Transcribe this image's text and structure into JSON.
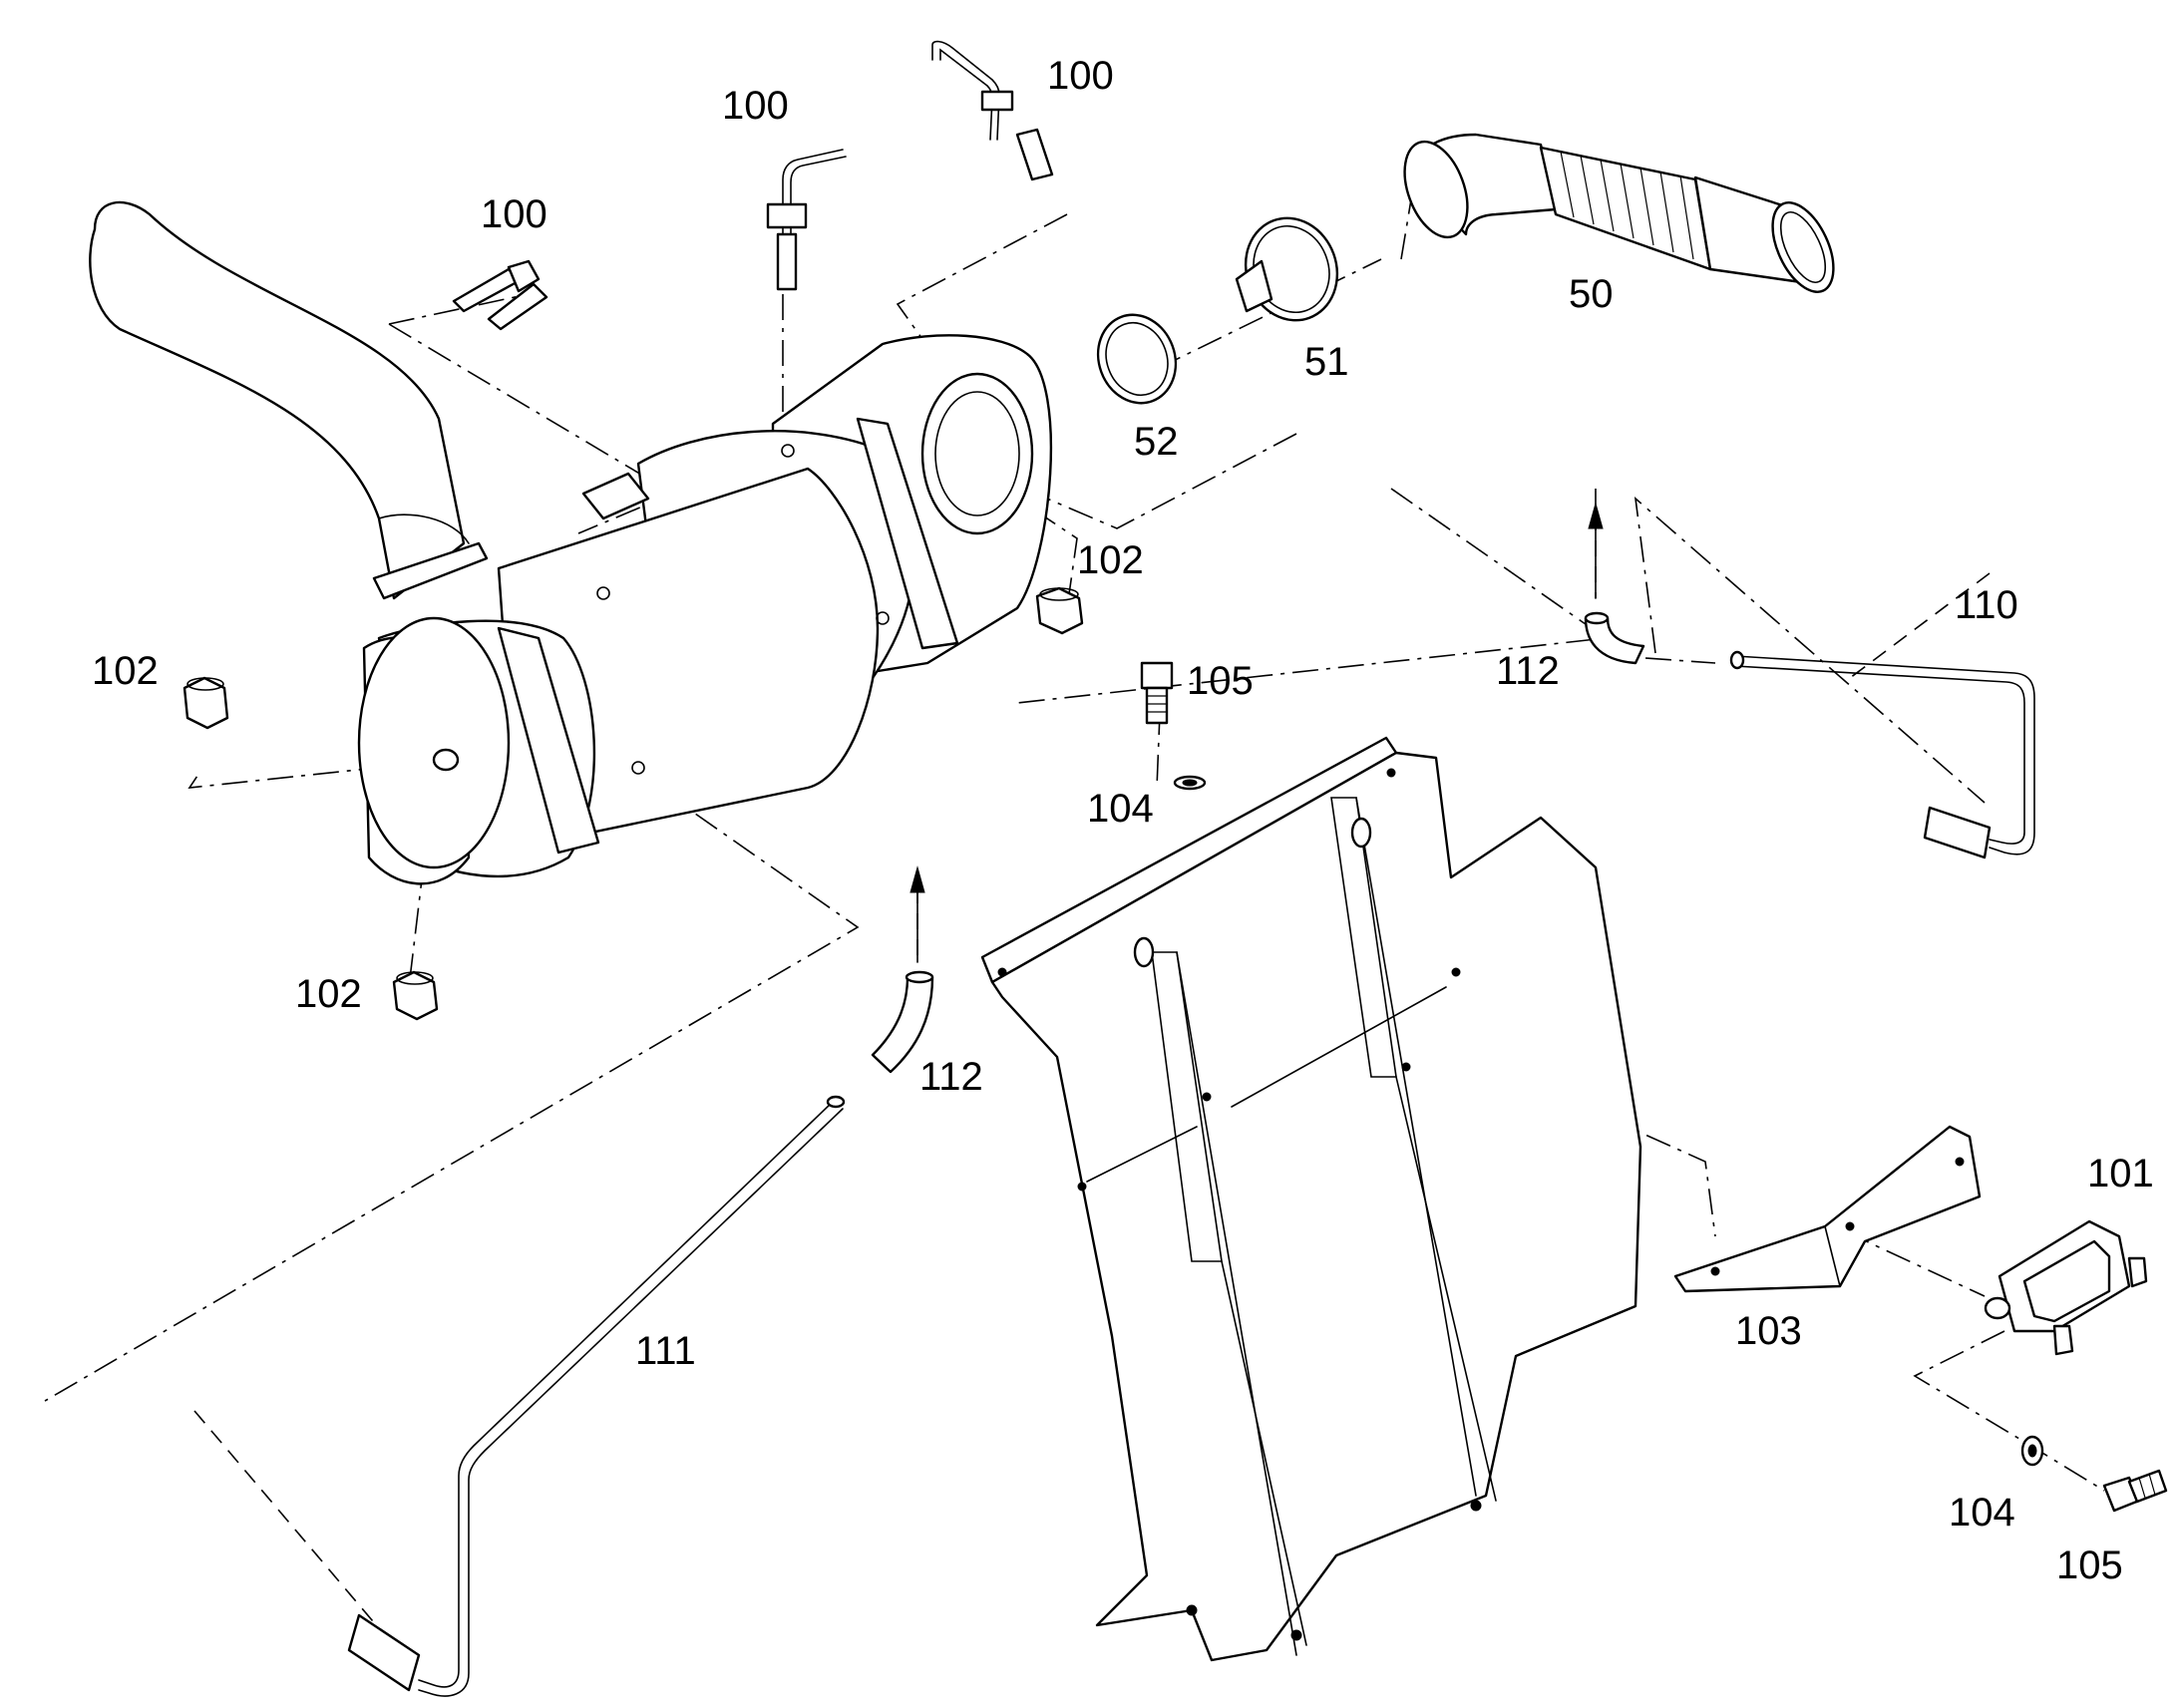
{
  "callouts": [
    {
      "id": "c-100-a",
      "label": "100"
    },
    {
      "id": "c-100-b",
      "label": "100"
    },
    {
      "id": "c-100-c",
      "label": "100"
    },
    {
      "id": "c-50",
      "label": "50"
    },
    {
      "id": "c-51",
      "label": "51"
    },
    {
      "id": "c-52",
      "label": "52"
    },
    {
      "id": "c-102-a",
      "label": "102"
    },
    {
      "id": "c-102-b",
      "label": "102"
    },
    {
      "id": "c-102-c",
      "label": "102"
    },
    {
      "id": "c-105-a",
      "label": "105"
    },
    {
      "id": "c-104-a",
      "label": "104"
    },
    {
      "id": "c-112-a",
      "label": "112"
    },
    {
      "id": "c-110",
      "label": "110"
    },
    {
      "id": "c-112-b",
      "label": "112"
    },
    {
      "id": "c-111",
      "label": "111"
    },
    {
      "id": "c-103",
      "label": "103"
    },
    {
      "id": "c-101",
      "label": "101"
    },
    {
      "id": "c-104-b",
      "label": "104"
    },
    {
      "id": "c-105-b",
      "label": "105"
    }
  ],
  "colors": {
    "line": "#000000",
    "background": "#ffffff"
  }
}
